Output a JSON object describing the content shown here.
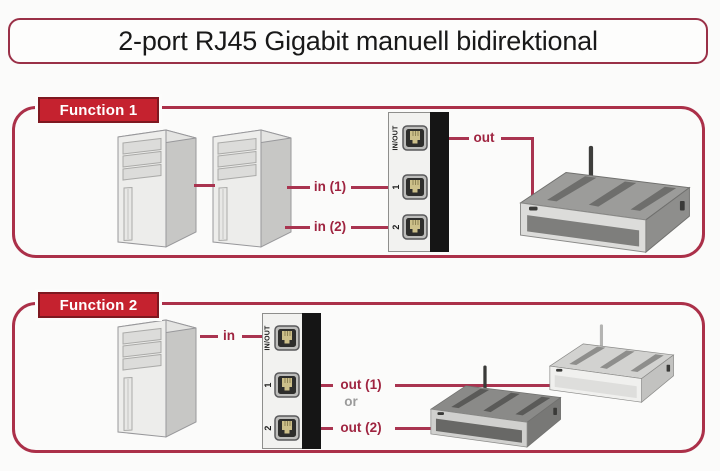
{
  "title": "2-port RJ45 Gigabit manuell bidirektional",
  "colors": {
    "accent_red": "#ab3049",
    "label_box_red": "#c5222f",
    "connection_text_red": "#9f2440",
    "or_gray": "#9b9b9b",
    "panel_black_strip": "#151515"
  },
  "function1": {
    "name": "Function 1",
    "port_labels": {
      "inout": "IN/OUT",
      "port1": "1",
      "port2": "2"
    },
    "connections": {
      "in1": "in (1)",
      "in2": "in (2)",
      "out": "out"
    }
  },
  "function2": {
    "name": "Function 2",
    "port_labels": {
      "inout": "IN/OUT",
      "port1": "1",
      "port2": "2"
    },
    "connections": {
      "in": "in",
      "out1": "out (1)",
      "or": "or",
      "out2": "out (2)"
    }
  }
}
